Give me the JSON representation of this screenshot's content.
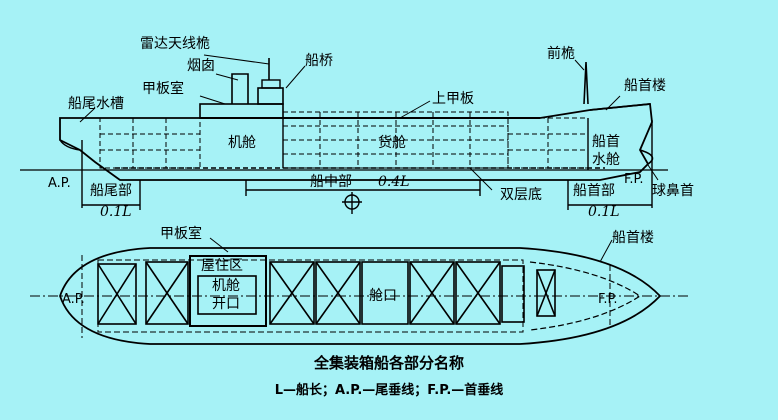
{
  "caption": {
    "title": "全集装箱船各部分名称",
    "legend": "L—船长；A.P.—尾垂线；F.P.—首垂线"
  },
  "side_view": {
    "labels": {
      "radar_mast": "雷达天线桅",
      "funnel": "烟囱",
      "bridge": "船桥",
      "deckhouse": "甲板室",
      "stern_tank": "船尾水槽",
      "upper_deck": "上甲板",
      "engine_room": "机舱",
      "cargo_hold": "货舱",
      "foremast": "前桅",
      "forecastle": "船首楼",
      "bow_tank_line1": "船首",
      "bow_tank_line2": "水舱",
      "ap": "A.P.",
      "fp": "F.P.",
      "aft_body": "船尾部",
      "midship": "船中部",
      "fore_body": "船首部",
      "double_bottom": "双层底",
      "bulbous_bow": "球鼻首",
      "aft_len": "0.1L",
      "mid_len": "0.4L",
      "fore_len": "0.1L"
    }
  },
  "plan_view": {
    "labels": {
      "deckhouse": "甲板室",
      "forecastle": "船首楼",
      "accommodation": "屋住区",
      "engine_opening_line1": "机舱",
      "engine_opening_line2": "开口",
      "hatch": "舱口",
      "ap": "A.P.",
      "fp": "F.P."
    }
  }
}
